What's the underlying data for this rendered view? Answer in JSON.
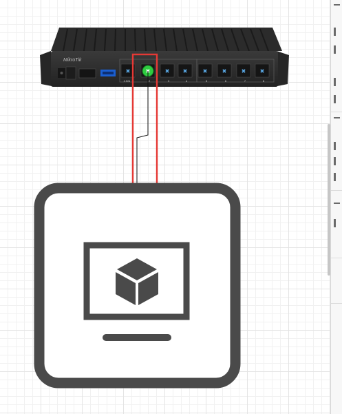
{
  "diagram": {
    "router": {
      "brand_logo": "MikroTik",
      "icon": "router-icon",
      "ports": [
        {
          "label": "2.5G",
          "highlighted": false
        },
        {
          "label": "1",
          "highlighted": true
        },
        {
          "label": "2",
          "highlighted": false
        },
        {
          "label": "3",
          "highlighted": false
        },
        {
          "label": "4",
          "highlighted": false
        },
        {
          "label": "5",
          "highlighted": false
        },
        {
          "label": "6",
          "highlighted": false
        },
        {
          "label": "7",
          "highlighted": false
        },
        {
          "label": "8",
          "highlighted": false
        }
      ]
    },
    "device": {
      "icon": "virtual-machine-icon"
    },
    "colors": {
      "selection": "#e53935",
      "active_port": "#2ecc40",
      "router_body": "#2f2f2f",
      "device_stroke": "#4a4a4a"
    }
  }
}
